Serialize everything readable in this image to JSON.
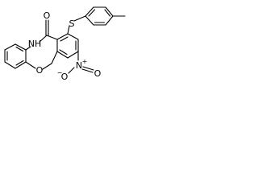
{
  "molecule": {
    "atoms": {
      "amide_oxygen": "O",
      "amine_nh": "NH",
      "sulfur": "S",
      "ring_oxygen": "O",
      "nitro": {
        "n": "N",
        "n_charge": "+",
        "o_single": "O",
        "o_single_charge": "−",
        "o_double": "O"
      }
    },
    "colors": {
      "bond": "#000000",
      "label": "#000000",
      "background": "#ffffff"
    }
  }
}
